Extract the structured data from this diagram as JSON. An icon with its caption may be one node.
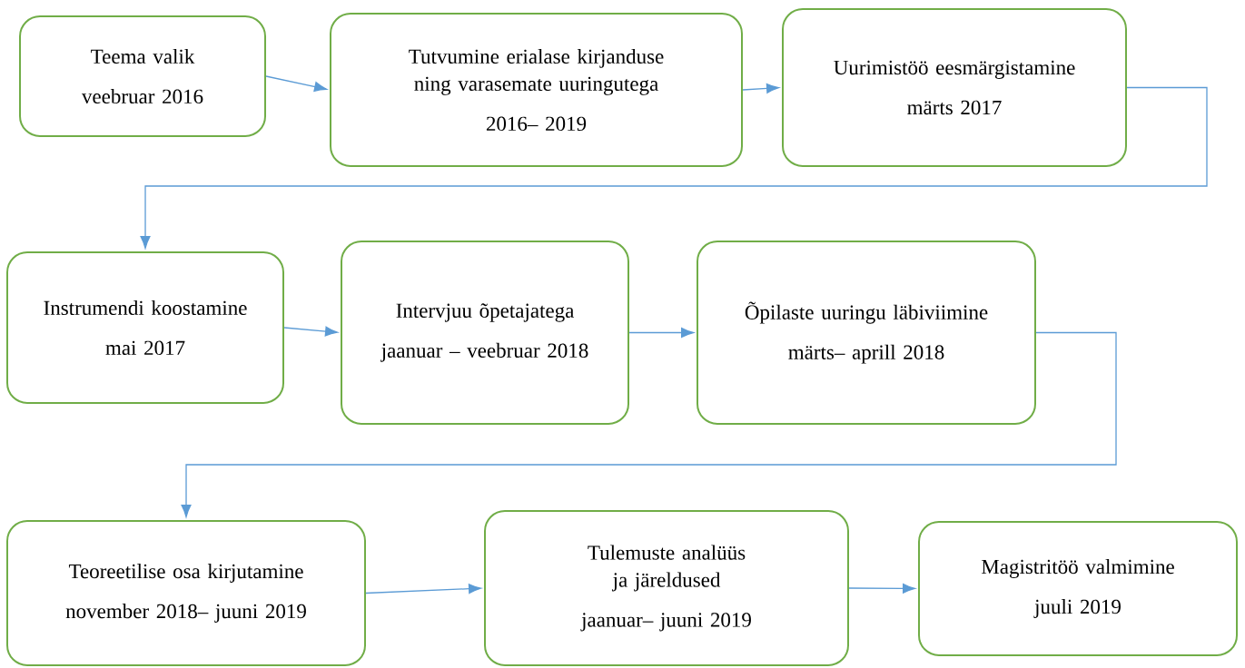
{
  "diagram": {
    "nodes": [
      {
        "text": [
          "Teema valik",
          "veebruar 2016"
        ]
      },
      {
        "text": [
          "Tutvumine erialase kirjanduse ning varasemate uuringutega",
          "2016– 2019"
        ]
      },
      {
        "text": [
          "Uurimistöö eesmärgistamine",
          "märts 2017"
        ]
      },
      {
        "text": [
          "Instrumendi koostamine",
          "mai 2017"
        ]
      },
      {
        "text": [
          "Intervjuu õpetajatega",
          "jaanuar – veebruar 2018"
        ]
      },
      {
        "text": [
          "Õpilaste uuringu läbiviimine",
          "märts– aprill 2018"
        ]
      },
      {
        "text": [
          "Teoreetilise osa kirjutamine",
          "november 2018– juuni 2019"
        ]
      },
      {
        "text": [
          "Tulemuste analüüs ja järeldused",
          "jaanuar– juuni 2019"
        ]
      },
      {
        "text": [
          "Magistritöö valmimine",
          "juuli 2019"
        ]
      }
    ],
    "edges": [
      {
        "from": 0,
        "to": 1,
        "arrow": "to"
      },
      {
        "from": 1,
        "to": 2,
        "arrow": "to"
      },
      {
        "from": 2,
        "to": 3,
        "arrow": "to"
      },
      {
        "from": 3,
        "to": 4,
        "arrow": "to"
      },
      {
        "from": 4,
        "to": 5,
        "arrow": "to"
      },
      {
        "from": 5,
        "to": 6,
        "arrow": "to"
      },
      {
        "from": 6,
        "to": 7,
        "arrow": "to"
      },
      {
        "from": 7,
        "to": 8,
        "arrow": "to"
      }
    ]
  }
}
